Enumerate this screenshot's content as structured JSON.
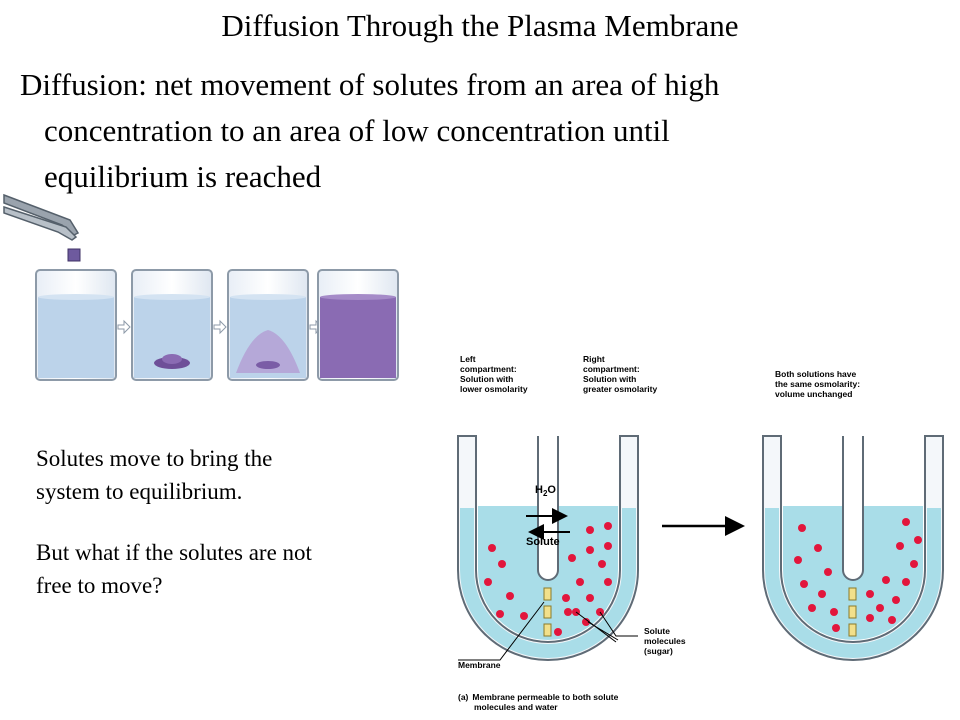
{
  "slide": {
    "title": "Diffusion Through the Plasma Membrane",
    "definition": {
      "line1": "Diffusion: net movement of solutes from an area of high",
      "line2": "concentration to an area of low concentration until",
      "line3": "equilibrium is reached"
    },
    "caption": {
      "p1_line1": "Solutes move to bring the",
      "p1_line2": "system to equilibrium.",
      "p2_line1": "But what if the solutes are not",
      "p2_line2": "free to move?"
    }
  },
  "figure": {
    "left_label": [
      "Left",
      "compartment:",
      "Solution with",
      "lower osmolarity"
    ],
    "right_label": [
      "Right",
      "compartment:",
      "Solution with",
      "greater osmolarity"
    ],
    "result_label": [
      "Both solutions have",
      "the same osmolarity:",
      "volume unchanged"
    ],
    "h2o_label": "H",
    "h2o_sub": "2",
    "h2o_end": "O",
    "solute_label": "Solute",
    "solute_molecules_label": [
      "Solute",
      "molecules",
      "(sugar)"
    ],
    "membrane_label": "Membrane",
    "caption_part": "(a)",
    "caption_line1": "Membrane permeable to both solute",
    "caption_line2": "molecules and water"
  },
  "colors": {
    "liquid": "#a9dde8",
    "solute": "#e2163c",
    "beaker_water": "#bcd3ea",
    "dye": "#8a6bb3",
    "membrane": "#f2e08a"
  }
}
